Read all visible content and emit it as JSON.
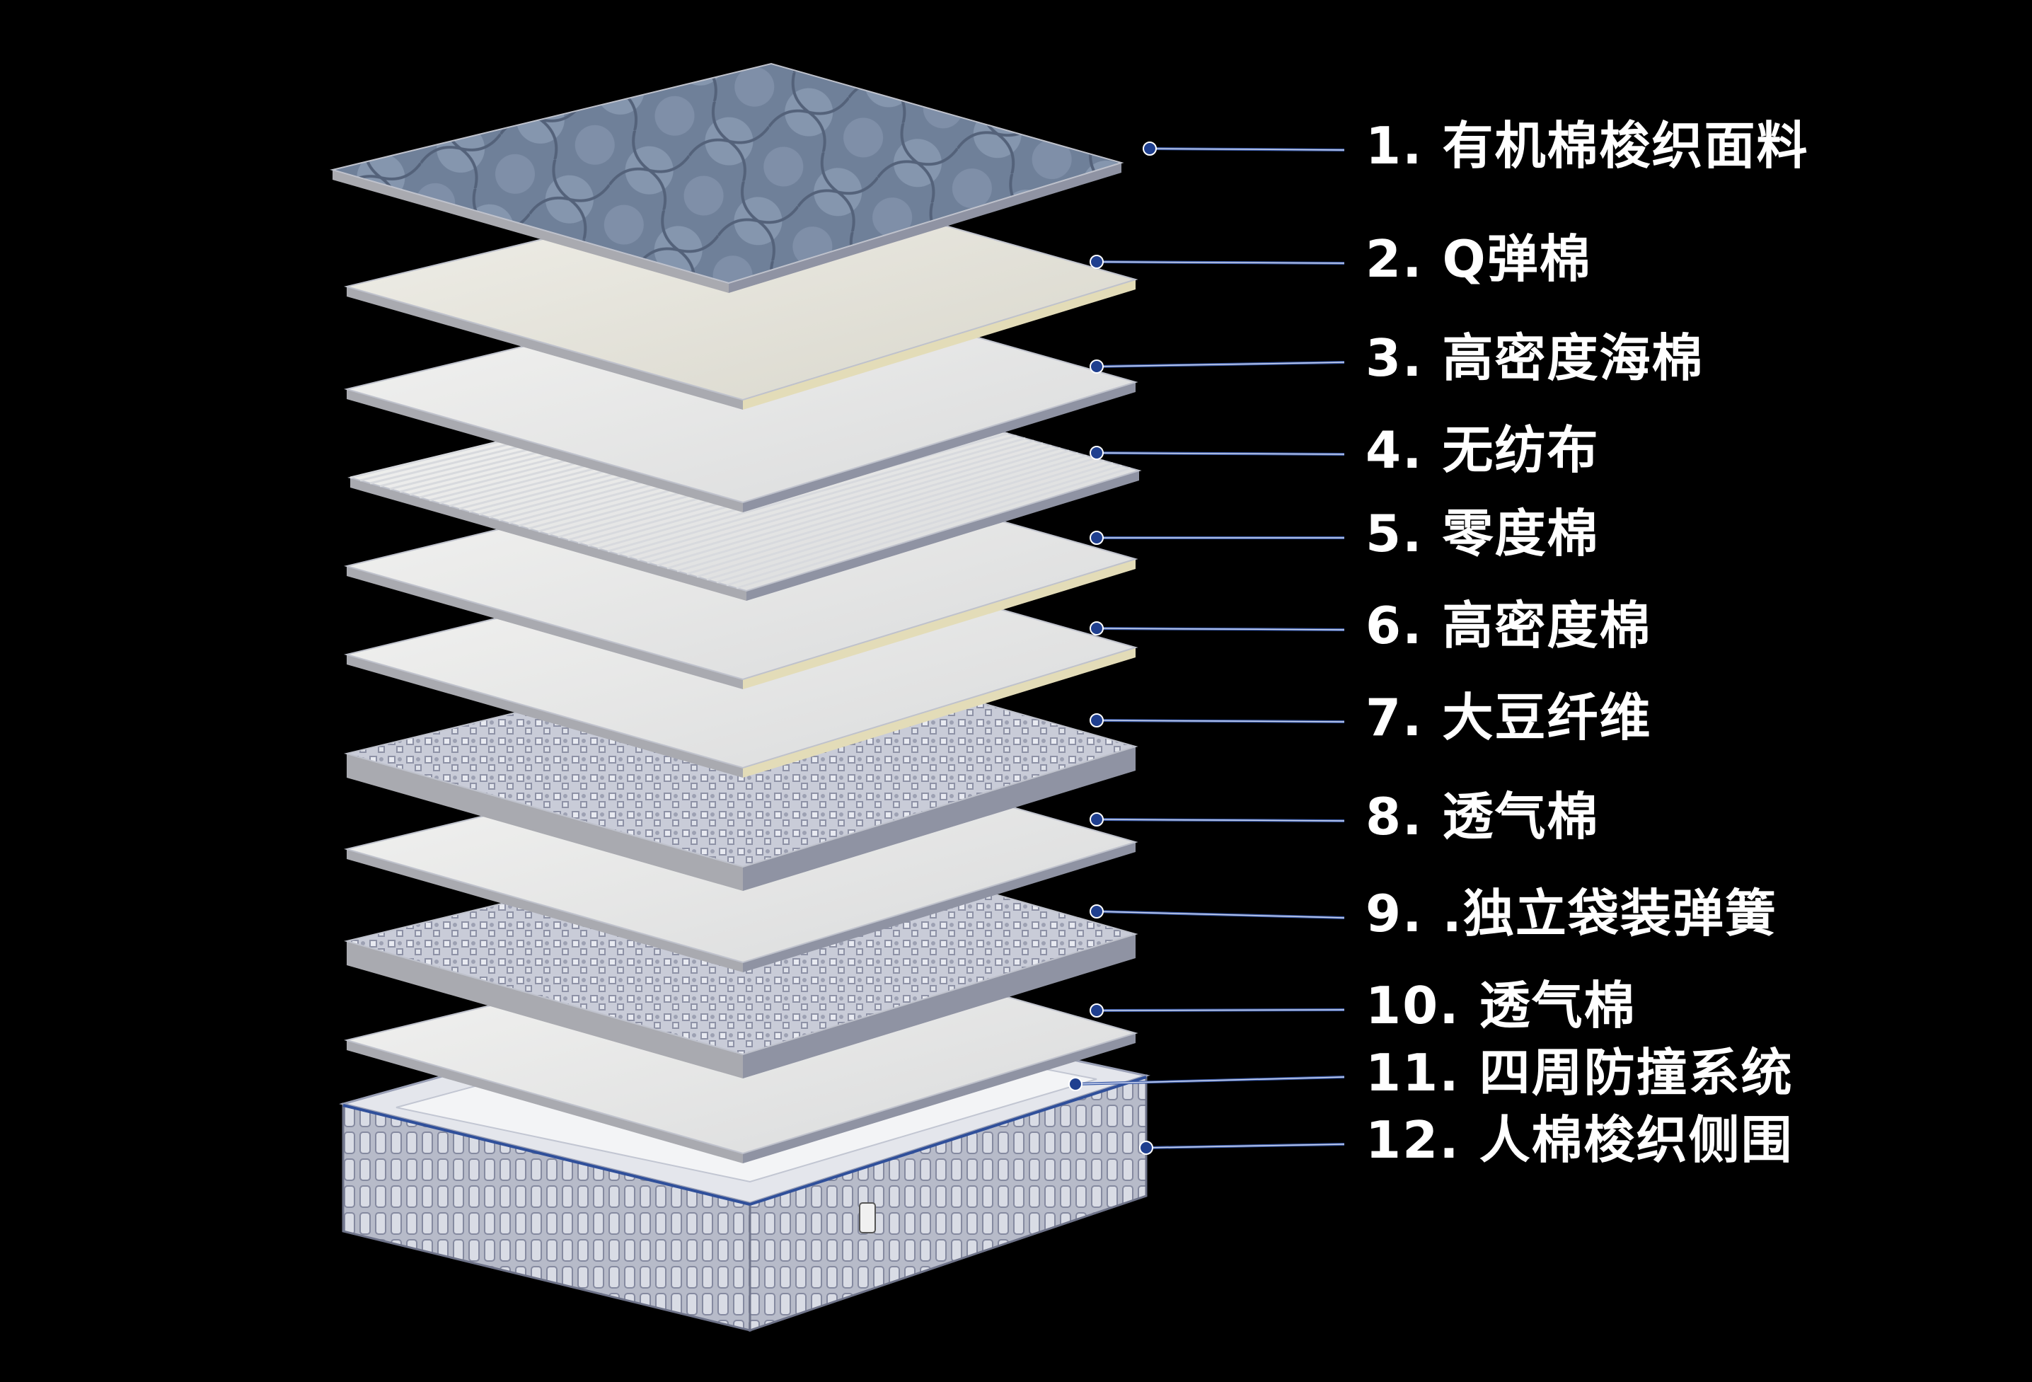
{
  "background": "#000000",
  "accent_line_color": "#3b5ba8",
  "layers": [
    {
      "label": "1. 有机棉梭织面料",
      "material": "quilted-blue-fabric"
    },
    {
      "label": "2. Q弹棉",
      "material": "white-foam"
    },
    {
      "label": "3. 高密度海棉",
      "material": "white-sheet"
    },
    {
      "label": "4. 无纺布",
      "material": "textured-nonwoven"
    },
    {
      "label": "5. 零度棉",
      "material": "white-sheet"
    },
    {
      "label": "6. 高密度棉",
      "material": "white-sheet"
    },
    {
      "label": "7. 大豆纤维",
      "material": "spring-grid"
    },
    {
      "label": "8. 透气棉",
      "material": "white-sheet"
    },
    {
      "label": "9. .独立袋装弹簧",
      "material": "spring-grid"
    },
    {
      "label": "10. 透气棉",
      "material": "white-sheet"
    },
    {
      "label": "11. 四周防撞系统",
      "material": "mattress-base"
    },
    {
      "label": "12. 人棉梭织侧围",
      "material": "mattress-side"
    }
  ]
}
